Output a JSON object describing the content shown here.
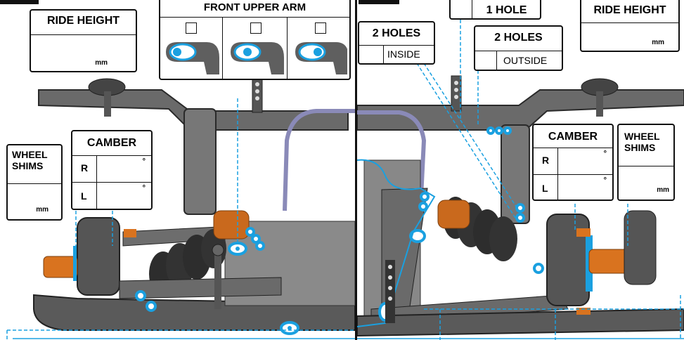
{
  "left_panel": {
    "ride_height": {
      "title": "RIDE HEIGHT",
      "unit": "mm"
    },
    "front_upper_arm": {
      "title": "FRONT UPPER ARM"
    },
    "camber": {
      "title": "CAMBER",
      "rows": [
        "R",
        "L"
      ],
      "unit": "°"
    },
    "wheel_shims": {
      "title_line1": "WHEEL",
      "title_line2": "SHIMS",
      "unit": "mm"
    }
  },
  "right_panel": {
    "one_hole": {
      "title": "1 HOLE"
    },
    "ride_height": {
      "title": "RIDE HEIGHT",
      "unit": "mm"
    },
    "two_holes_inside": {
      "title": "2 HOLES",
      "option": "INSIDE"
    },
    "two_holes_outside": {
      "title": "2 HOLES",
      "option": "OUTSIDE"
    },
    "camber": {
      "title": "CAMBER",
      "rows": [
        "R",
        "L"
      ],
      "unit": "°"
    },
    "wheel_shims": {
      "title_line1": "WHEEL",
      "title_line2": "SHIMS",
      "unit": "mm"
    }
  },
  "colors": {
    "accent": "#1aa0e0",
    "orange": "#d9731f",
    "chassis": "#5a5a5a",
    "frame": "#111111"
  }
}
